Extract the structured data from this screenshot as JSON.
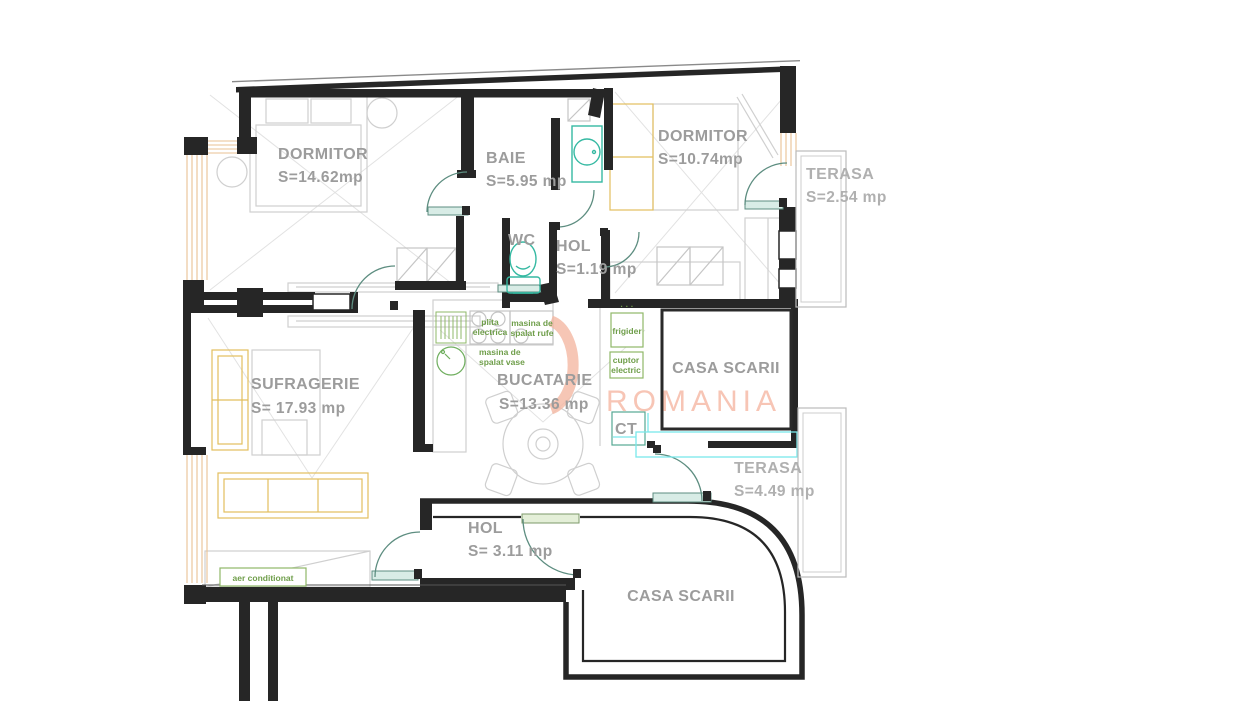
{
  "watermark": {
    "text": "ROMANIA",
    "color": "#f5b9a5"
  },
  "rooms": [
    {
      "id": "dormitor-1",
      "name": "DORMITOR",
      "area": "S=14.62mp"
    },
    {
      "id": "baie",
      "name": "BAIE",
      "area": "S=5.95 mp"
    },
    {
      "id": "dormitor-2",
      "name": "DORMITOR",
      "area": "S=10.74mp"
    },
    {
      "id": "terasa-1",
      "name": "TERASA",
      "area": "S=2.54 mp"
    },
    {
      "id": "wc",
      "name": "WC",
      "area": ""
    },
    {
      "id": "hol-1",
      "name": "HOL",
      "area": "S=1.19 mp"
    },
    {
      "id": "sufragerie",
      "name": "SUFRAGERIE",
      "area": "S= 17.93 mp"
    },
    {
      "id": "bucatarie",
      "name": "BUCATARIE",
      "area": "S=13.36 mp"
    },
    {
      "id": "casa-scarii-1",
      "name": "CASA SCARII",
      "area": ""
    },
    {
      "id": "ct",
      "name": "CT",
      "area": ""
    },
    {
      "id": "terasa-2",
      "name": "TERASA",
      "area": "S=4.49 mp"
    },
    {
      "id": "hol-2",
      "name": "HOL",
      "area": "S= 3.11 mp"
    },
    {
      "id": "casa-scarii-2",
      "name": "CASA SCARII",
      "area": ""
    }
  ],
  "appliances": {
    "plita1": "plita",
    "plita2": "electrica",
    "rufe1": "masina de",
    "rufe2": "spalat rufe",
    "vase1": "masina de",
    "vase2": "spalat vase",
    "frigider": "frigider",
    "cuptor1": "cuptor",
    "cuptor2": "electric",
    "aer": "aer conditionat",
    "dots": "· · ·"
  },
  "colors": {
    "wall": "#262626",
    "furniture": "#cfcfcf",
    "yellow": "#e2bf5e",
    "teal_fixture": "#35b9a2",
    "door": "#5d8d80",
    "green": "#6f9e4a",
    "cyan": "#7ae8ea",
    "salmon": "#f5b9a5",
    "label_gray": "#9c9c9c",
    "window": "#e9c193"
  }
}
